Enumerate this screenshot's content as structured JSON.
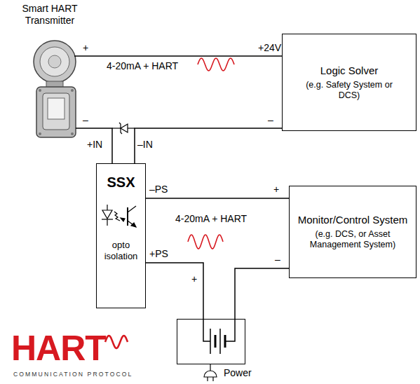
{
  "diagram": {
    "nodes": [
      {
        "text": [
          "Smart HART Transmitter"
        ]
      },
      {
        "text": [
          "Logic Solver",
          "(e.g. Safety System or DCS)"
        ]
      },
      {
        "text": [
          "SSX",
          "opto isolation"
        ]
      },
      {
        "text": [
          "Monitor/Control System",
          "(e.g. DCS, or Asset Management System)"
        ]
      },
      {
        "text": [
          "Power"
        ]
      }
    ],
    "edges": [
      {
        "from": 0,
        "to": 1,
        "arrow": "none",
        "label": "4-20mA + HART"
      },
      {
        "from": 0,
        "to": 2,
        "arrow": "none"
      },
      {
        "from": 1,
        "to": 2,
        "arrow": "none"
      },
      {
        "from": 2,
        "to": 3,
        "arrow": "none",
        "label": "4-20mA + HART"
      },
      {
        "from": 2,
        "to": 4,
        "arrow": "none"
      },
      {
        "from": 4,
        "to": 3,
        "arrow": "none"
      }
    ],
    "labels": [
      "+",
      "+24V",
      "–",
      "–",
      "+IN",
      "–IN",
      "–PS",
      "+",
      "+PS",
      "–",
      "+",
      "HART",
      "COMMUNICATION PROTOCOL"
    ]
  }
}
